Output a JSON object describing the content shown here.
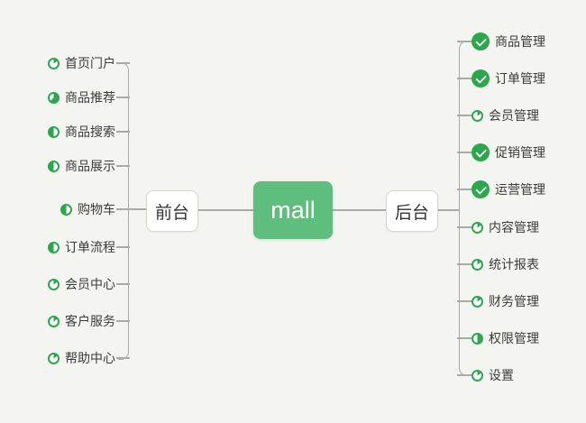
{
  "colors": {
    "green": "#2BA84E",
    "center": "#5FBE7D",
    "line": "#a9a9a9",
    "bg": "#f4f4f1",
    "text": "#3b3b3b"
  },
  "center": {
    "label": "mall"
  },
  "left_branch": {
    "label": "前台",
    "items": [
      {
        "label": "首页门户",
        "status": "progress-eighth"
      },
      {
        "label": "商品推荐",
        "status": "progress-five-eighths"
      },
      {
        "label": "商品搜索",
        "status": "progress-half-left"
      },
      {
        "label": "商品展示",
        "status": "progress-half-left"
      },
      {
        "label": "购物车",
        "status": "progress-half-left"
      },
      {
        "label": "订单流程",
        "status": "progress-half-left"
      },
      {
        "label": "会员中心",
        "status": "progress-eighth"
      },
      {
        "label": "客户服务",
        "status": "progress-eighth"
      },
      {
        "label": "帮助中心",
        "status": "progress-eighth"
      }
    ]
  },
  "right_branch": {
    "label": "后台",
    "items": [
      {
        "label": "商品管理",
        "status": "done"
      },
      {
        "label": "订单管理",
        "status": "done"
      },
      {
        "label": "会员管理",
        "status": "progress-eighth"
      },
      {
        "label": "促销管理",
        "status": "done"
      },
      {
        "label": "运营管理",
        "status": "done"
      },
      {
        "label": "内容管理",
        "status": "progress-eighth"
      },
      {
        "label": "统计报表",
        "status": "progress-eighth"
      },
      {
        "label": "财务管理",
        "status": "progress-eighth"
      },
      {
        "label": "权限管理",
        "status": "progress-half-right"
      },
      {
        "label": "设置",
        "status": "progress-eighth"
      }
    ]
  }
}
